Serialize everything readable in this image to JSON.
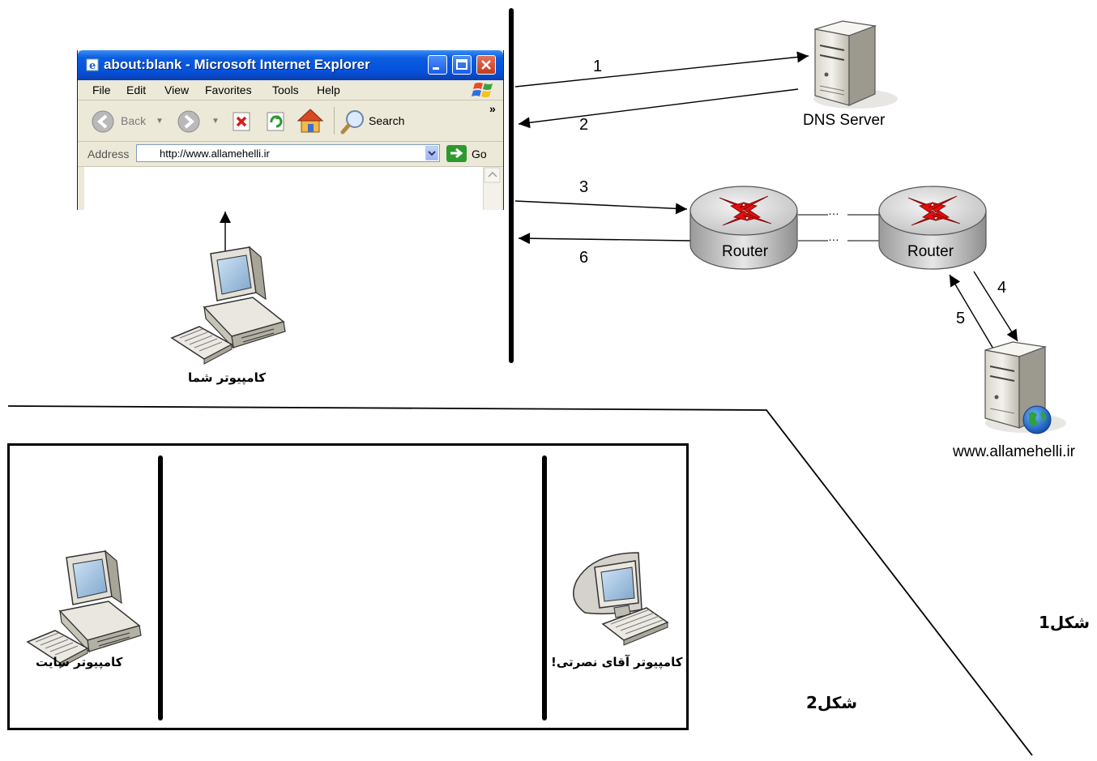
{
  "browser": {
    "title": "about:blank - Microsoft Internet Explorer",
    "menu": [
      "File",
      "Edit",
      "View",
      "Favorites",
      "Tools",
      "Help"
    ],
    "toolbar": {
      "back_label": "Back",
      "search_label": "Search",
      "more_label": "»"
    },
    "address_label": "Address",
    "address_value": "http://www.allamehelli.ir",
    "go_label": "Go"
  },
  "nodes": {
    "dns_server": "DNS Server",
    "router_1": "Router",
    "router_2": "Router",
    "web_server": "www.allamehelli.ir",
    "your_computer": "کامپیوتر شما",
    "site_computer": "کامپیوتر سایت",
    "mr_nosrati_computer": "کامپیوتر آقای نصرتی!"
  },
  "steps": [
    "1",
    "2",
    "3",
    "4",
    "5",
    "6"
  ],
  "router_link": "…",
  "figures": {
    "figure_1": "شکل1",
    "figure_2": "شکل2"
  }
}
